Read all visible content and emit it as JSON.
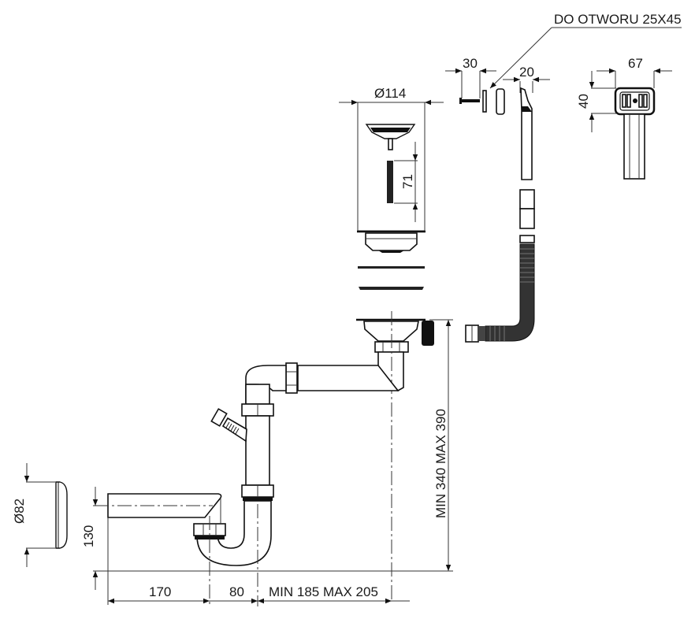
{
  "title": "Sink drain trap assembly technical drawing",
  "annotations": {
    "hole_note": "DO OTWORU 25X45"
  },
  "dimensions": {
    "strainer_diameter": "Ø114",
    "strainer_stem": "71",
    "overflow_screw": "30",
    "overflow_hook": "20",
    "overflow_width": "67",
    "overflow_height": "40",
    "cap_diameter": "Ø82",
    "outlet_height": "130",
    "outlet_length": "170",
    "trap_width": "80",
    "horizontal_range": "MIN 185 MAX 205",
    "vertical_range": "MIN 340 MAX 390"
  },
  "components": [
    {
      "name": "strainer-basket"
    },
    {
      "name": "sink-plug"
    },
    {
      "name": "gasket-upper"
    },
    {
      "name": "gasket-lower"
    },
    {
      "name": "drain-body"
    },
    {
      "name": "overflow-head"
    },
    {
      "name": "overflow-hose"
    },
    {
      "name": "horizontal-arm"
    },
    {
      "name": "vertical-pipe"
    },
    {
      "name": "side-inlet"
    },
    {
      "name": "u-trap"
    },
    {
      "name": "outlet-pipe"
    },
    {
      "name": "wall-rosette"
    }
  ]
}
